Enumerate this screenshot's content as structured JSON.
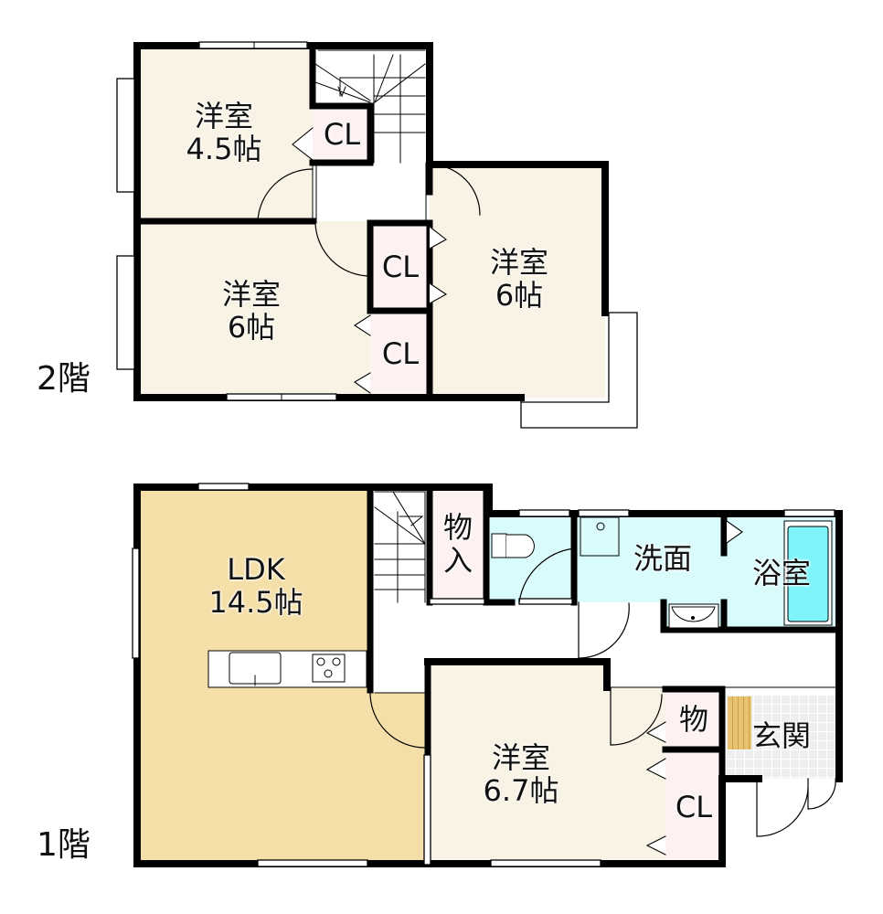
{
  "colors": {
    "room_beige": "#f8f3e4",
    "ldk": "#f5dfa8",
    "closet_pink": "#fdf1f1",
    "wet_blue": "#dafbfc",
    "tub": "#7ef5fb",
    "genkan_tile": "#eeeeee",
    "wall": "#000000"
  },
  "floor2": {
    "label": "2階",
    "rooms": [
      {
        "name": "洋室",
        "size": "4.5帖"
      },
      {
        "name": "洋室",
        "size": "6帖"
      },
      {
        "name": "洋室",
        "size": "6帖"
      }
    ],
    "closets": [
      "CL",
      "CL",
      "CL"
    ]
  },
  "floor1": {
    "label": "1階",
    "ldk": {
      "name": "LDK",
      "size": "14.5帖"
    },
    "storage": "物\n入",
    "storage_top": "物",
    "storage_bottom": "入",
    "washroom": "洗面",
    "bathroom": "浴室",
    "bedroom": {
      "name": "洋室",
      "size": "6.7帖"
    },
    "small_storage": "物",
    "closet": "CL",
    "entrance": "玄関"
  }
}
